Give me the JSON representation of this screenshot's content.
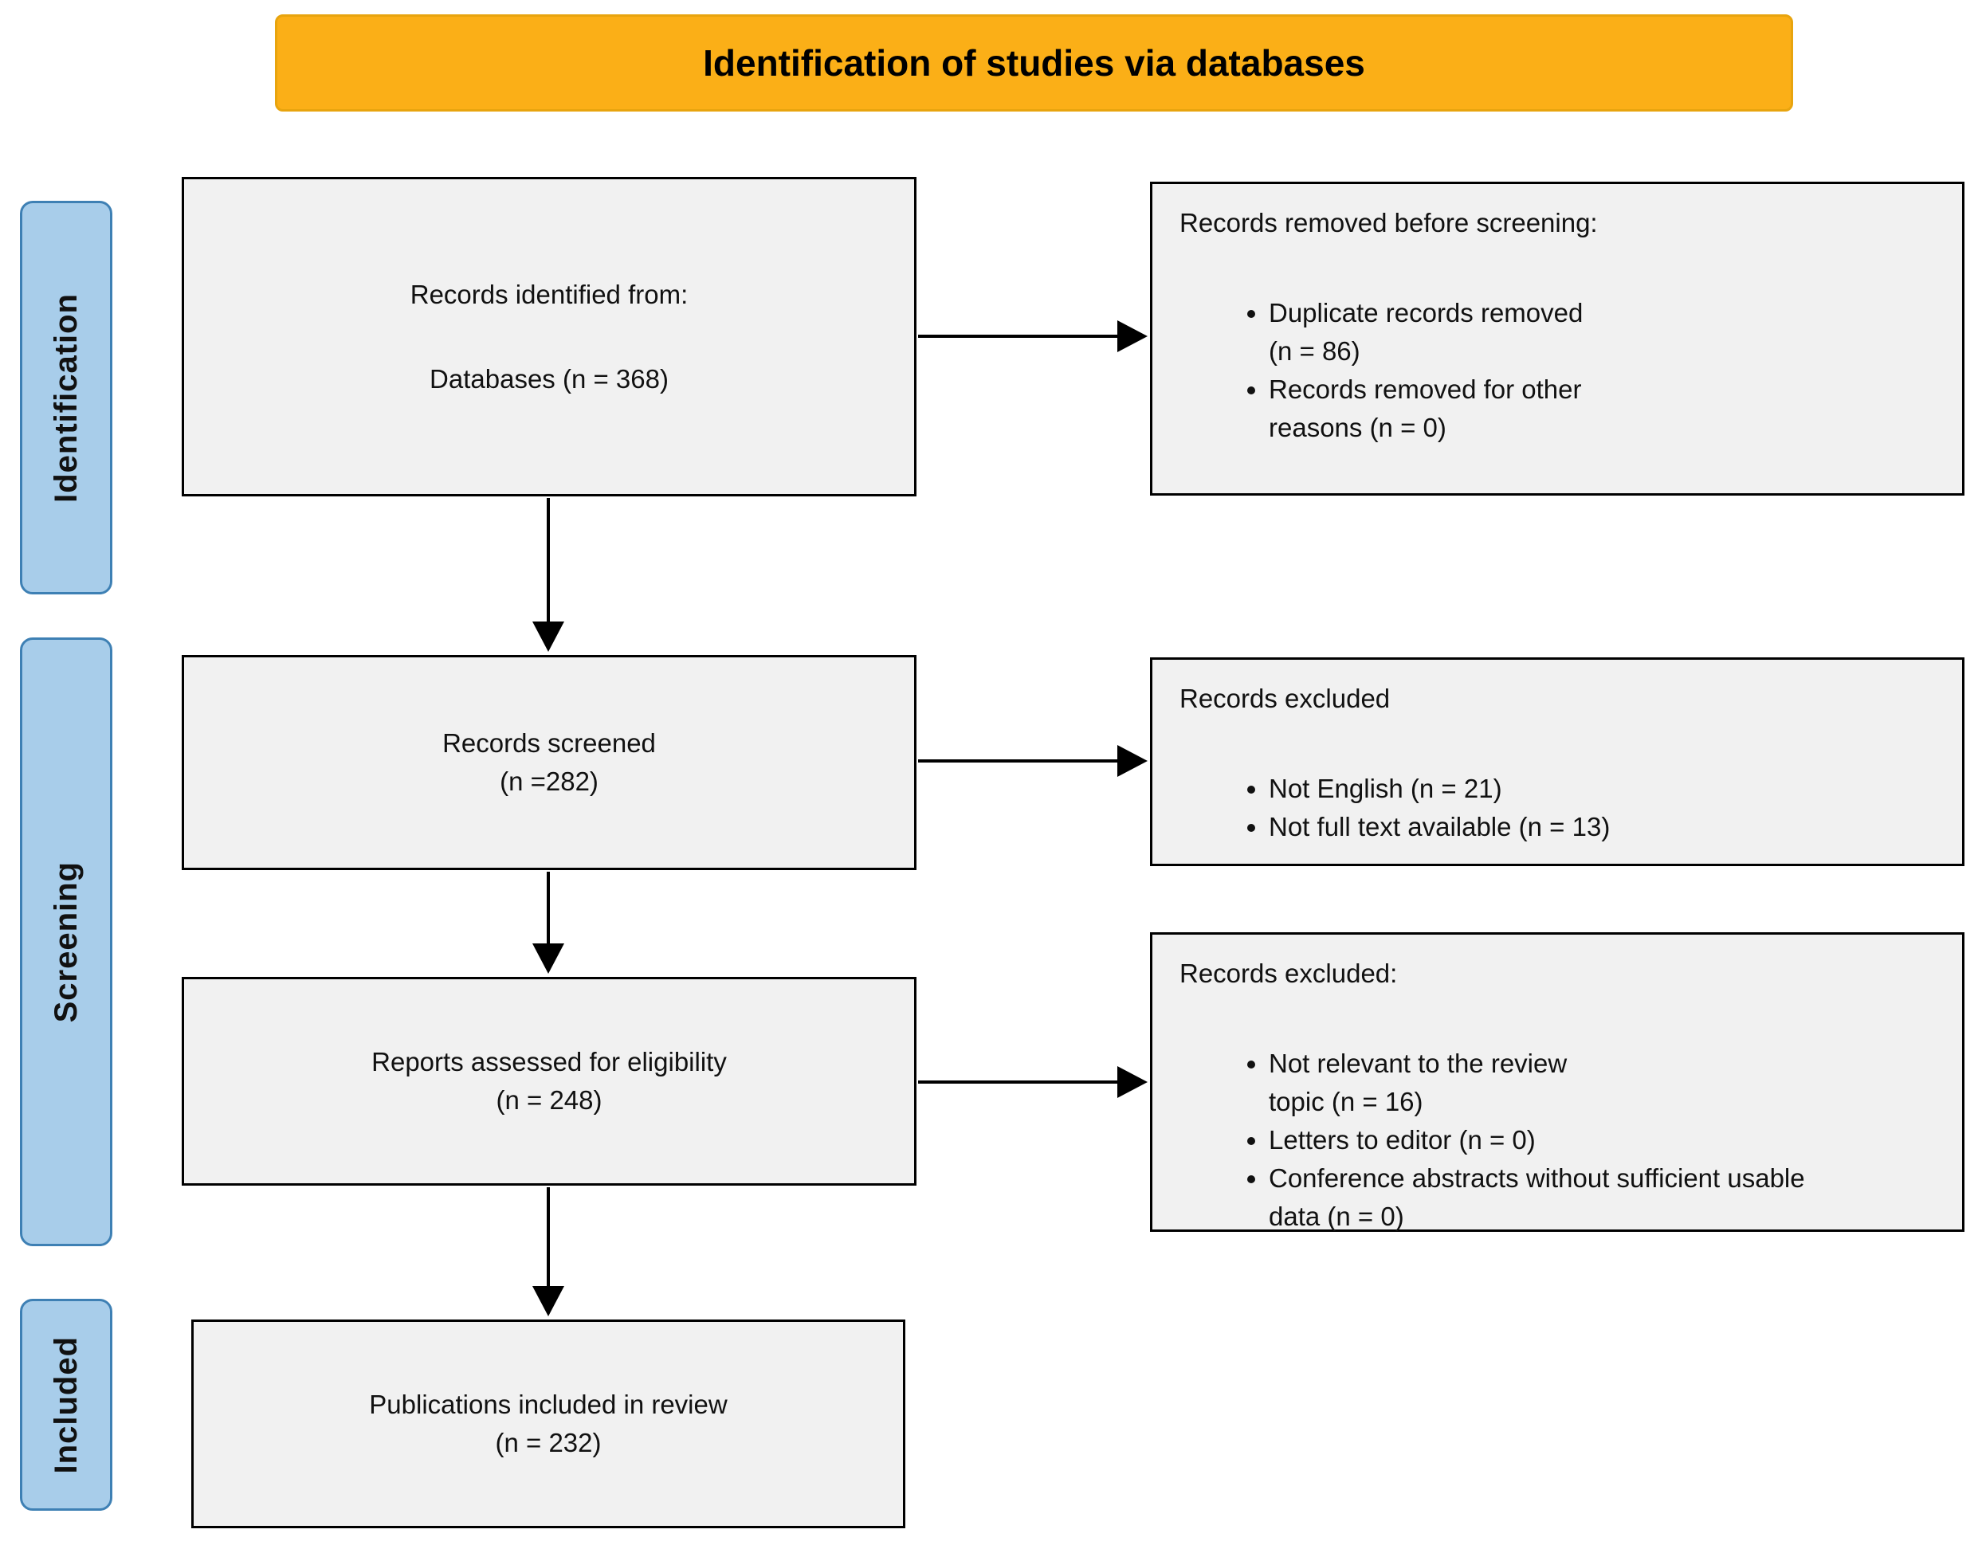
{
  "banner": {
    "label": "Identification of studies via databases"
  },
  "stages": [
    {
      "label": "Identification"
    },
    {
      "label": "Screening"
    },
    {
      "label": "Included"
    }
  ],
  "flow_boxes": [
    {
      "title": "Records identified from:",
      "subtitle": "Databases (n = 368)"
    },
    {
      "title": "Records screened",
      "subtitle": "(n =282)"
    },
    {
      "title": "Reports assessed for eligibility",
      "subtitle": "(n = 248)"
    },
    {
      "title": "Publications included in review",
      "subtitle": "(n = 232)"
    }
  ],
  "side_boxes": [
    {
      "title": "Records removed before screening:",
      "bullets": [
        {
          "lines": [
            "Duplicate records removed",
            "(n = 86)"
          ]
        },
        {
          "lines": [
            "Records removed for other",
            "reasons (n = 0)"
          ]
        }
      ]
    },
    {
      "title": "Records excluded",
      "bullets": [
        {
          "lines": [
            "Not English (n = 21)"
          ]
        },
        {
          "lines": [
            "Not full text available (n = 13)"
          ]
        }
      ]
    },
    {
      "title": "Records excluded:",
      "bullets": [
        {
          "lines": [
            "Not relevant to the review",
            "topic (n = 16)"
          ]
        },
        {
          "lines": [
            "Letters to editor (n = 0)"
          ]
        },
        {
          "lines": [
            "Conference abstracts without sufficient usable",
            "data (n = 0)"
          ]
        }
      ]
    }
  ],
  "colors": {
    "banner_bg": "#FBAF17",
    "banner_border": "#E8A40E",
    "stage_tab_bg": "#A8CDEA",
    "stage_tab_border": "#3E80B4",
    "box_bg": "#F1F1F1",
    "box_border": "#000000",
    "arrow": "#000000"
  }
}
